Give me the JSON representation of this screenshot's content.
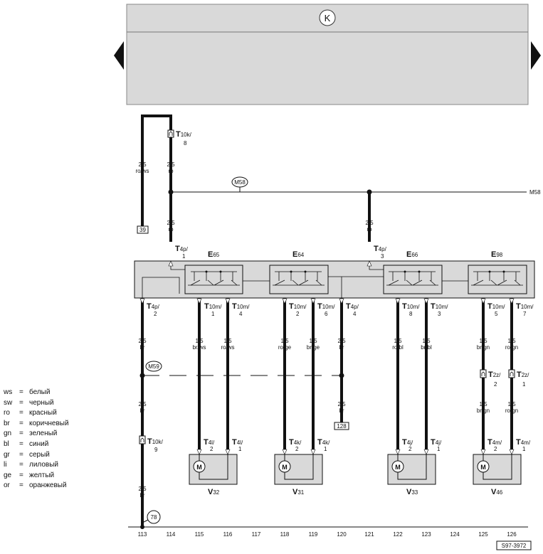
{
  "header": {
    "symbol": "K"
  },
  "nav": {
    "prev_icon": "triangle-left-icon",
    "next_icon": "triangle-right-icon"
  },
  "ref_page": "S97-3972",
  "wires": {
    "w1": {
      "gauge": "2,5",
      "color": "ro/ws"
    },
    "w2": {
      "gauge": "2,5",
      "color": "ro"
    },
    "w3": {
      "gauge": "2,5",
      "color": "ro"
    },
    "w4": {
      "gauge": "2,5",
      "color": "ro"
    },
    "w5": {
      "gauge": "2,5",
      "color": "br"
    },
    "w6": {
      "gauge": "2,5",
      "color": "br"
    },
    "w7": {
      "gauge": "2,5",
      "color": "br"
    },
    "w8": {
      "gauge": "1,5",
      "color": "br/ws"
    },
    "w9": {
      "gauge": "1,5",
      "color": "ro/ws"
    },
    "w10": {
      "gauge": "1,5",
      "color": "ro/ge"
    },
    "w11": {
      "gauge": "1,5",
      "color": "br/ge"
    },
    "w12": {
      "gauge": "2,5",
      "color": "br"
    },
    "w13": {
      "gauge": "2,5",
      "color": "br"
    },
    "w14": {
      "gauge": "1,5",
      "color": "ro/bl"
    },
    "w15": {
      "gauge": "1,5",
      "color": "br/bl"
    },
    "w16": {
      "gauge": "1,5",
      "color": "br/gn"
    },
    "w17": {
      "gauge": "1,5",
      "color": "ro/gn"
    },
    "w18": {
      "gauge": "1,5",
      "color": "br/gn"
    },
    "w19": {
      "gauge": "1,5",
      "color": "ro/gn"
    }
  },
  "connectors": {
    "t10k_8": {
      "name": "T",
      "sub": "10k/",
      "pin": "8"
    },
    "t10k_9": {
      "name": "T",
      "sub": "10k/",
      "pin": "9"
    },
    "t4p_1": {
      "name": "T",
      "sub": "4p/",
      "pin": "1"
    },
    "t4p_3": {
      "name": "T",
      "sub": "4p/",
      "pin": "3"
    },
    "t4p_2": {
      "name": "T",
      "sub": "4p/",
      "pin": "2"
    },
    "t4p_4": {
      "name": "T",
      "sub": "4p/",
      "pin": "4"
    },
    "t10m_1": {
      "name": "T",
      "sub": "10m/",
      "pin": "1"
    },
    "t10m_4": {
      "name": "T",
      "sub": "10m/",
      "pin": "4"
    },
    "t10m_2": {
      "name": "T",
      "sub": "10m/",
      "pin": "2"
    },
    "t10m_6": {
      "name": "T",
      "sub": "10m/",
      "pin": "6"
    },
    "t10m_8": {
      "name": "T",
      "sub": "10m/",
      "pin": "8"
    },
    "t10m_3": {
      "name": "T",
      "sub": "10m/",
      "pin": "3"
    },
    "t10m_5": {
      "name": "T",
      "sub": "10m/",
      "pin": "5"
    },
    "t10m_7": {
      "name": "T",
      "sub": "10m/",
      "pin": "7"
    },
    "t2z_2": {
      "name": "T",
      "sub": "2z/",
      "pin": "2"
    },
    "t2z_1": {
      "name": "T",
      "sub": "2z/",
      "pin": "1"
    },
    "t4l_2": {
      "name": "T",
      "sub": "4l/",
      "pin": "2"
    },
    "t4l_1": {
      "name": "T",
      "sub": "4l/",
      "pin": "1"
    },
    "t4k_2": {
      "name": "T",
      "sub": "4k/",
      "pin": "2"
    },
    "t4k_1": {
      "name": "T",
      "sub": "4k/",
      "pin": "1"
    },
    "t4j_2": {
      "name": "T",
      "sub": "4j/",
      "pin": "2"
    },
    "t4j_1": {
      "name": "T",
      "sub": "4j/",
      "pin": "1"
    },
    "t4m_2": {
      "name": "T",
      "sub": "4m/",
      "pin": "2"
    },
    "t4m_1": {
      "name": "T",
      "sub": "4m/",
      "pin": "1"
    }
  },
  "switches": [
    {
      "id": "e65",
      "name": "E",
      "sub": "65"
    },
    {
      "id": "e64",
      "name": "E",
      "sub": "64"
    },
    {
      "id": "e66",
      "name": "E",
      "sub": "66"
    },
    {
      "id": "e98",
      "name": "E",
      "sub": "98"
    }
  ],
  "motors": [
    {
      "id": "v32",
      "name": "V",
      "sub": "32",
      "symbol": "M"
    },
    {
      "id": "v31",
      "name": "V",
      "sub": "31",
      "symbol": "M"
    },
    {
      "id": "v33",
      "name": "V",
      "sub": "33",
      "symbol": "M"
    },
    {
      "id": "v46",
      "name": "V",
      "sub": "46",
      "symbol": "M"
    }
  ],
  "ground_points": {
    "m58": "M58",
    "m58_right": "M58",
    "m59": "M59"
  },
  "refs": {
    "ref39": "39",
    "ref128": "128",
    "ref78": "78"
  },
  "columns": [
    "113",
    "114",
    "115",
    "116",
    "117",
    "118",
    "119",
    "120",
    "121",
    "122",
    "123",
    "124",
    "125",
    "126"
  ],
  "legend": [
    {
      "code": "ws",
      "eq": "=",
      "meaning": "белый"
    },
    {
      "code": "sw",
      "eq": "=",
      "meaning": "черный"
    },
    {
      "code": "ro",
      "eq": "=",
      "meaning": "красный"
    },
    {
      "code": "br",
      "eq": "=",
      "meaning": "коричневый"
    },
    {
      "code": "gn",
      "eq": "=",
      "meaning": "зеленый"
    },
    {
      "code": "bl",
      "eq": "=",
      "meaning": "синий"
    },
    {
      "code": "gr",
      "eq": "=",
      "meaning": "серый"
    },
    {
      "code": "li",
      "eq": "=",
      "meaning": "лиловый"
    },
    {
      "code": "ge",
      "eq": "=",
      "meaning": "желтый"
    },
    {
      "code": "or",
      "eq": "=",
      "meaning": "оранжевый"
    }
  ]
}
